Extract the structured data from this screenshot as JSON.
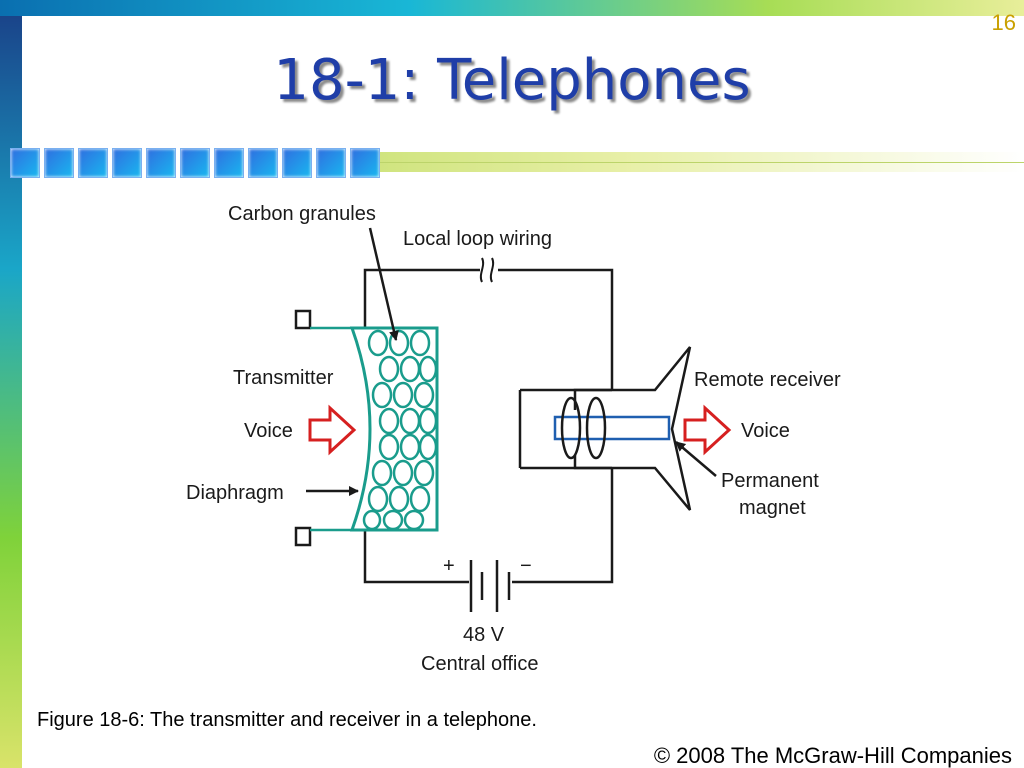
{
  "slide": {
    "number": "16",
    "title": "18-1: Telephones",
    "caption": "Figure 18-6: The transmitter and receiver in a telephone.",
    "copyright": "© 2008 The McGraw-Hill Companies"
  },
  "diagram": {
    "labels": {
      "carbon_granules": "Carbon granules",
      "local_loop": "Local loop wiring",
      "transmitter": "Transmitter",
      "voice_in": "Voice",
      "diaphragm": "Diaphragm",
      "remote_receiver": "Remote receiver",
      "voice_out": "Voice",
      "permanent": "Permanent",
      "magnet": "magnet",
      "plus": "+",
      "minus": "−",
      "voltage": "48 V",
      "central_office": "Central office"
    }
  },
  "colors": {
    "title": "#1f3ea8",
    "granules": "#1a9c8c",
    "arrow_red": "#d62020",
    "magnet_blue": "#1f5fb0",
    "wire": "#1a1a1a"
  }
}
